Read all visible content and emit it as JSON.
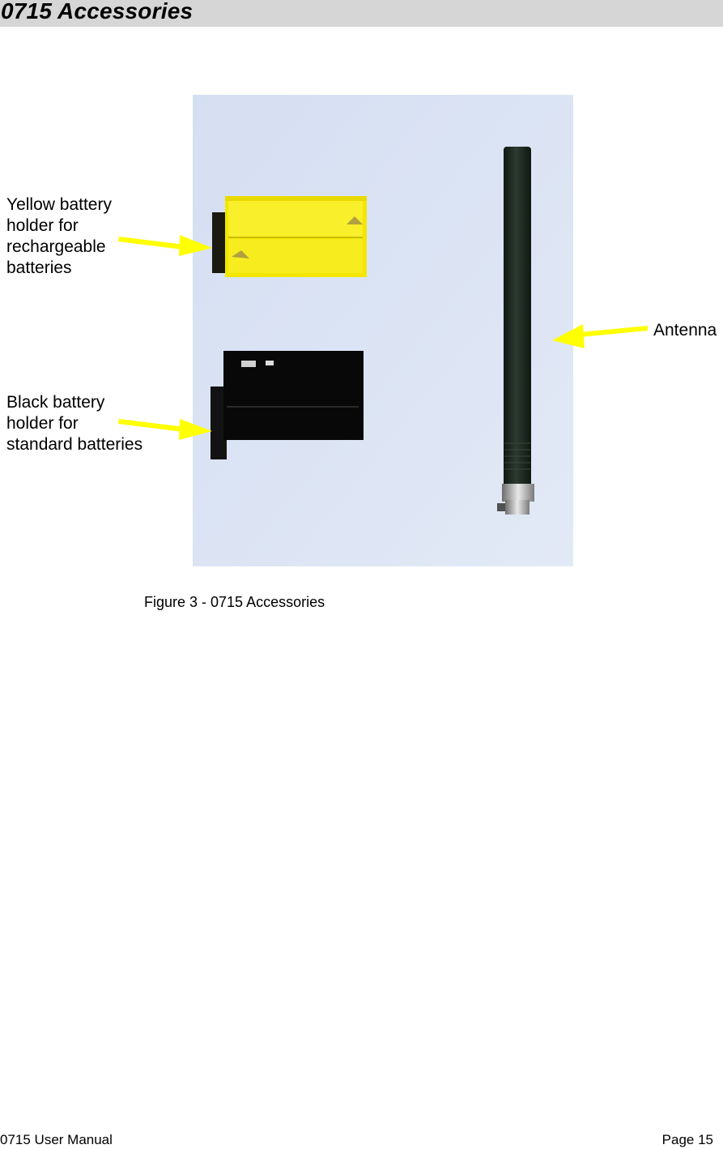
{
  "header": {
    "title": "0715 Accessories",
    "background": "#d6d6d6"
  },
  "figure": {
    "caption": "Figure 3 - 0715 Accessories",
    "photo_background": "#dbe4f4",
    "annotations": [
      {
        "id": "yellow-holder",
        "label": "Yellow battery\nholder for\nrechargeable\nbatteries",
        "arrow_color": "#ffff00"
      },
      {
        "id": "black-holder",
        "label": "Black battery\nholder for\nstandard batteries",
        "arrow_color": "#ffff00"
      },
      {
        "id": "antenna",
        "label": "Antenna",
        "arrow_color": "#ffff00"
      }
    ],
    "items": [
      {
        "name": "yellow-battery-holder",
        "color": "#f5e800"
      },
      {
        "name": "black-battery-holder",
        "color": "#0b0b0b"
      },
      {
        "name": "antenna",
        "color": "#1f2a22"
      }
    ]
  },
  "footer": {
    "left": "0715 User Manual",
    "right": "Page 15"
  }
}
